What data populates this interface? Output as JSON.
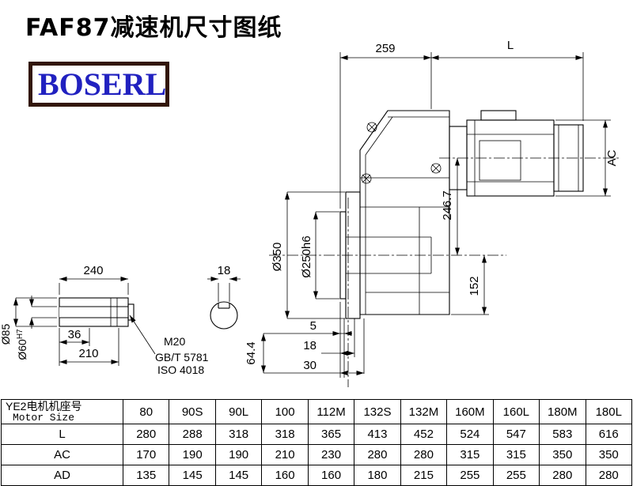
{
  "page": {
    "title": "FAF87减速机尺寸图纸",
    "logo_text": "BOSERL"
  },
  "colors": {
    "line": "#000000",
    "logo_text": "#2121c0",
    "logo_border": "#321708"
  },
  "drawing": {
    "top": {
      "d259": "259",
      "L": "L"
    },
    "right": {
      "AC": "AC"
    },
    "flange": {
      "d350": "Ø350",
      "d250h6": "Ø250h6"
    },
    "heights": {
      "d2467": "246.7",
      "d152": "152"
    },
    "bottom": {
      "d5": "5",
      "d18": "18",
      "d30": "30",
      "d644": "64.4"
    },
    "shaft": {
      "d240": "240",
      "d18key": "18",
      "d85": "Ø85",
      "d60": "Ø60",
      "d60tol": "H7",
      "d36": "36",
      "d210": "210",
      "thread": "M20",
      "std1": "GB/T 5781",
      "std2": "ISO 4018"
    }
  },
  "table": {
    "header": {
      "cn": "YE2电机机座号",
      "en": "Motor Size"
    },
    "sizes": [
      "80",
      "90S",
      "90L",
      "100",
      "112M",
      "132S",
      "132M",
      "160M",
      "160L",
      "180M",
      "180L"
    ],
    "rows": [
      {
        "label": "L",
        "values": [
          "280",
          "288",
          "318",
          "318",
          "365",
          "413",
          "452",
          "524",
          "547",
          "583",
          "616"
        ]
      },
      {
        "label": "AC",
        "values": [
          "170",
          "190",
          "190",
          "210",
          "230",
          "280",
          "280",
          "315",
          "315",
          "350",
          "350"
        ]
      },
      {
        "label": "AD",
        "values": [
          "135",
          "145",
          "145",
          "160",
          "160",
          "180",
          "215",
          "255",
          "255",
          "280",
          "280"
        ]
      }
    ]
  }
}
